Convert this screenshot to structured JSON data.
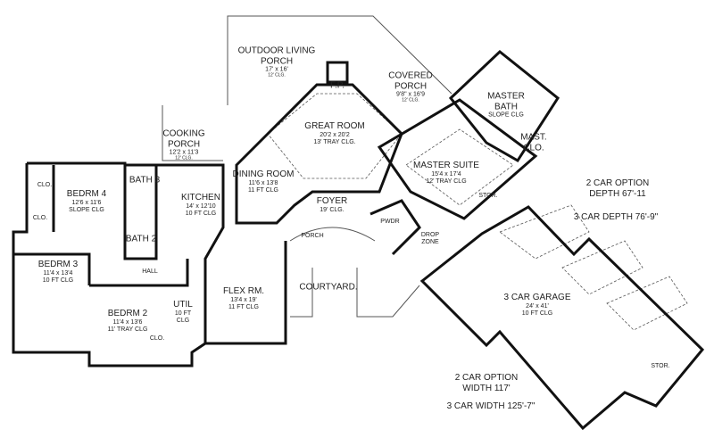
{
  "rooms": {
    "outdoor_porch": {
      "name": "OUTDOOR LIVING PORCH",
      "dims": "17' x 16'",
      "clg": "12' CLG."
    },
    "fireplace": {
      "name": "F.P."
    },
    "covered_porch": {
      "name": "COVERED PORCH",
      "dims": "9'8\" x 16'9",
      "clg": "12' CLG."
    },
    "great_room": {
      "name": "GREAT ROOM",
      "dims": "20'2 x 20'2",
      "clg": "13' TRAY CLG."
    },
    "master_bath": {
      "name": "MASTER BATH",
      "clg": "SLOPE CLG"
    },
    "master_closet": {
      "name": "MAST. CLO."
    },
    "master_suite": {
      "name": "MASTER SUITE",
      "dims": "15'4 x 17'4",
      "clg": "12' TRAY CLG"
    },
    "cooking_porch": {
      "name": "COOKING PORCH",
      "dims": "12'2 x 11'3",
      "clg": "12' CLG."
    },
    "dining_room": {
      "name": "DINING ROOM",
      "dims": "11'6 x 13'8",
      "clg": "11 FT CLG"
    },
    "foyer": {
      "name": "FOYER",
      "clg": "19' CLG."
    },
    "bedroom4": {
      "name": "BEDRM 4",
      "dims": "12'6 x 11'6",
      "clg": "SLOPE CLG"
    },
    "bath3": {
      "name": "BATH 3"
    },
    "bath2": {
      "name": "BATH 2"
    },
    "kitchen": {
      "name": "KITCHEN",
      "dims": "14' x 12'10",
      "clg": "10 FT CLG"
    },
    "closet_a": {
      "name": "CLO."
    },
    "closet_b": {
      "name": "CLO."
    },
    "bedroom3": {
      "name": "BEDRM 3",
      "dims": "11'4 x 13'4",
      "clg": "10 FT CLG"
    },
    "hall": {
      "name": "HALL"
    },
    "bedroom2": {
      "name": "BEDRM 2",
      "dims": "11'4 x 13'6",
      "clg": "11' TRAY CLG"
    },
    "util": {
      "name": "UTIL",
      "clg": "10 FT CLG"
    },
    "closet_c": {
      "name": "CLO."
    },
    "flex_room": {
      "name": "FLEX RM.",
      "dims": "13'4 x 19'",
      "clg": "11 FT CLG"
    },
    "porch": {
      "name": "PORCH"
    },
    "courtyard": {
      "name": "COURTYARD."
    },
    "storage1": {
      "name": "STOR."
    },
    "powder": {
      "name": "PWDR"
    },
    "drop_zone": {
      "name": "DROP ZONE"
    },
    "garage": {
      "name": "3 CAR GARAGE",
      "dims": "24' x 41'",
      "clg": "10 FT CLG"
    },
    "storage2": {
      "name": "STOR."
    }
  },
  "notes": {
    "two_car_depth": "2 CAR OPTION\nDEPTH 67'-11",
    "three_car_depth": "3 CAR DEPTH 76'-9\"",
    "two_car_width": "2 CAR OPTION\nWIDTH 117'",
    "three_car_width": "3 CAR WIDTH 125'-7\""
  },
  "colors": {
    "wall": "#111111",
    "line": "#555555"
  }
}
